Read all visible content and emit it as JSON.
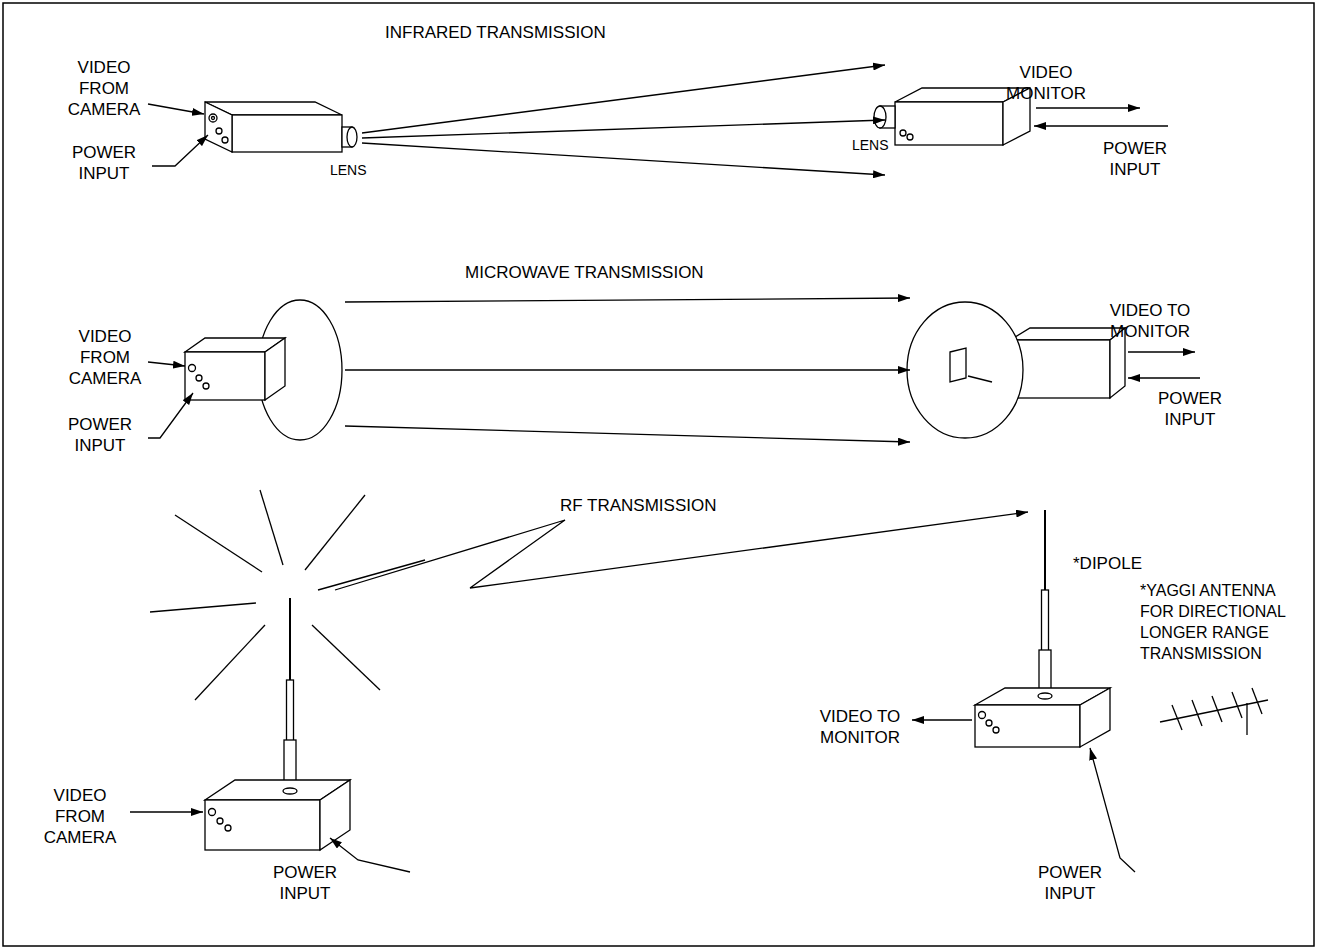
{
  "diagram": {
    "labels": [
      "INFRARED TRANSMISSION",
      "VIDEO FROM CAMERA",
      "POWER INPUT",
      "LENS",
      "VIDEO MONITOR",
      "LENS",
      "POWER INPUT",
      "MICROWAVE TRANSMISSION",
      "VIDEO FROM CAMERA",
      "POWER INPUT",
      "VIDEO TO MONITOR",
      "POWER INPUT",
      "RF TRANSMISSION",
      "*DIPOLE",
      "*YAGGI ANTENNA FOR DIRECTIONAL LONGER RANGE TRANSMISSION",
      "VIDEO TO MONITOR",
      "VIDEO FROM CAMERA",
      "POWER INPUT",
      "POWER INPUT"
    ]
  }
}
